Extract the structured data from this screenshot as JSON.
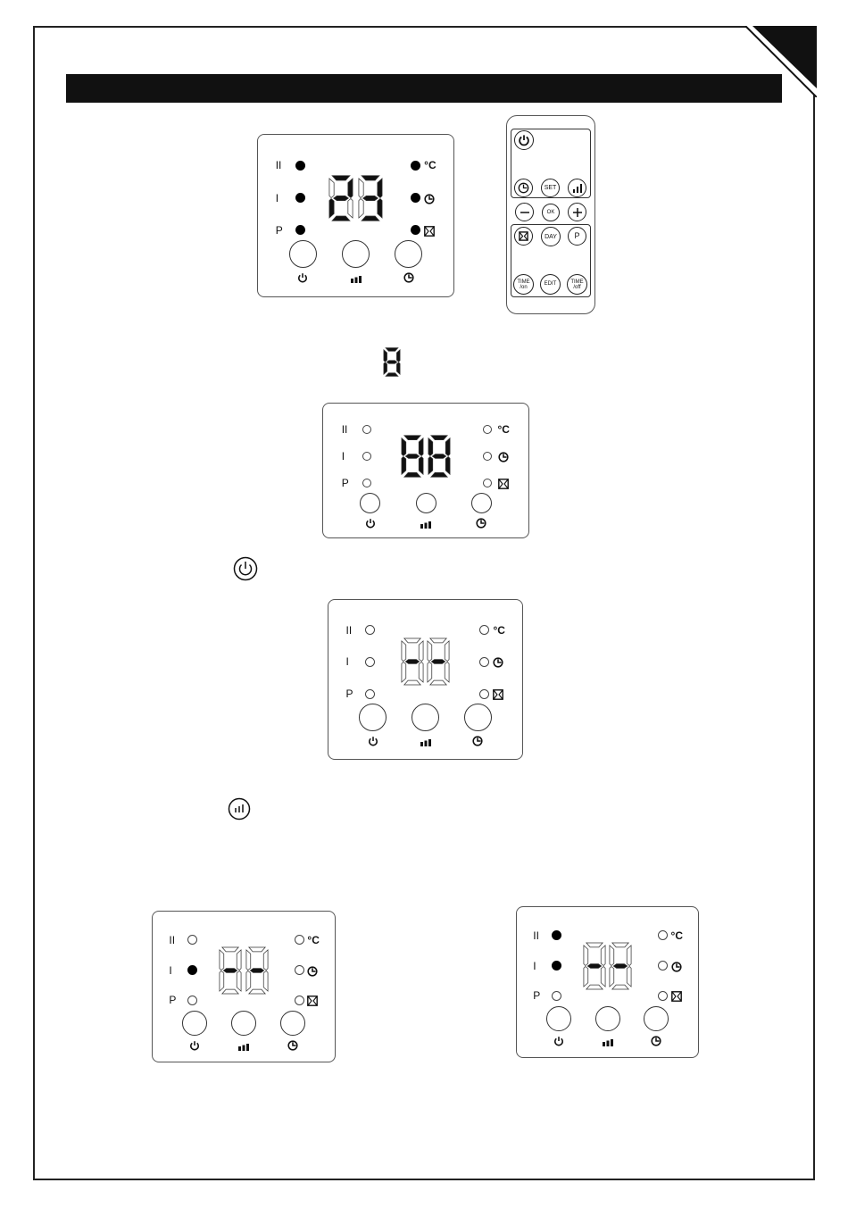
{
  "panels": {
    "p1": {
      "display": "23",
      "leds": {
        "level2": "on",
        "level1": "on",
        "program": "on",
        "temp": "on",
        "timer": "on",
        "window": "on"
      }
    },
    "p2": {
      "display": "88",
      "leds": {
        "level2": "off",
        "level1": "off",
        "program": "off",
        "temp": "off",
        "timer": "off",
        "window": "off"
      }
    },
    "p3": {
      "display": "--",
      "leds": {
        "level2": "off",
        "level1": "off",
        "program": "off",
        "temp": "off",
        "timer": "off",
        "window": "off"
      }
    },
    "p4": {
      "display": "--",
      "leds": {
        "level2": "off",
        "level1": "on",
        "program": "off",
        "temp": "off",
        "timer": "off",
        "window": "off"
      }
    },
    "p5": {
      "display": "--",
      "leds": {
        "level2": "on",
        "level1": "on",
        "program": "off",
        "temp": "off",
        "timer": "off",
        "window": "off"
      }
    }
  },
  "labels": {
    "level2": "II",
    "level1": "I",
    "program": "P",
    "celsius": "°C"
  },
  "remote": {
    "set": "SET",
    "ok": "OK",
    "day": "DAY",
    "p": "P",
    "edit": "EDIT",
    "time_on_top": "TIME",
    "time_on_bottom": "/on",
    "time_off_top": "TIME",
    "time_off_bottom": "/off"
  },
  "single_digit": "8",
  "icons": [
    "power-icon",
    "fan-level-icon",
    "timer-icon",
    "window-icon",
    "plus-icon",
    "minus-icon"
  ]
}
